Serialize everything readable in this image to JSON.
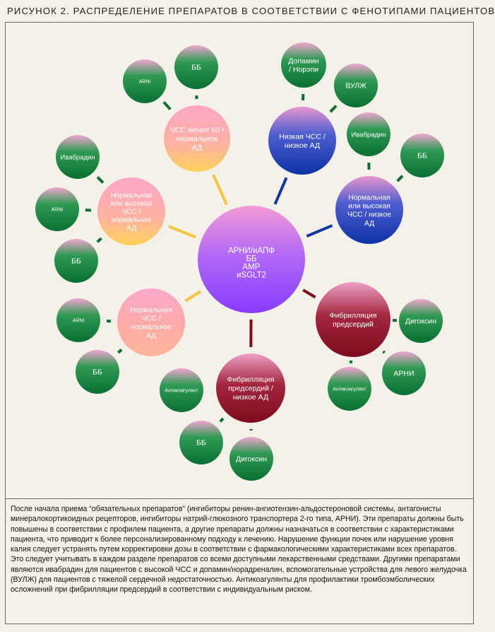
{
  "title": "РИСУНОК 2. РАСПРЕДЕЛЕНИЕ ПРЕПАРАТОВ В СООТВЕТСТВИИ С ФЕНОТИПАМИ ПАЦИЕНТОВ",
  "colors": {
    "center": "#a64dff",
    "pink_yellow": "#ffb16b",
    "blue": "#1f3fb0",
    "red": "#8a0f24",
    "green": "#0b7a3b",
    "pink": "#ffb0b0"
  },
  "center": {
    "lines": [
      "АРНИ/иАПФ",
      "ББ",
      "АМР",
      "иSGLT2"
    ]
  },
  "phenotypes": [
    {
      "id": "hr-low",
      "lines": [
        "ЧСС менее 60 /",
        "нормальное",
        "АД"
      ],
      "style": "pink_yellow"
    },
    {
      "id": "low-hr-low-bp",
      "lines": [
        "Низкая ЧСС /",
        "низкое АД"
      ],
      "style": "blue"
    },
    {
      "id": "normal-hr-low-bp",
      "lines": [
        "Нормальная",
        "или высокая",
        "ЧСС / низкое",
        "АД"
      ],
      "style": "blue"
    },
    {
      "id": "af",
      "lines": [
        "Фибрилляция",
        "предсердий"
      ],
      "style": "red"
    },
    {
      "id": "af-low-bp",
      "lines": [
        "Фибрилляция",
        "предсердий /",
        "низкое АД"
      ],
      "style": "red"
    },
    {
      "id": "normal-hr-normal-bp",
      "lines": [
        "Нормальная",
        "ЧСС /",
        "нормальное",
        "АД"
      ],
      "style": "pink"
    },
    {
      "id": "high-hr-normal-bp",
      "lines": [
        "Нормальная",
        "или высокая",
        "ЧСС /",
        "нормальное",
        "АД"
      ],
      "style": "pink_yellow"
    }
  ],
  "drugs": [
    {
      "parent": "hr-low",
      "label": "ARNI"
    },
    {
      "parent": "hr-low",
      "label": "ББ"
    },
    {
      "parent": "low-hr-low-bp",
      "label": "Допамин / Норэпи"
    },
    {
      "parent": "low-hr-low-bp",
      "label": "ВУЛЖ"
    },
    {
      "parent": "normal-hr-low-bp",
      "label": "Ивабрадин"
    },
    {
      "parent": "normal-hr-low-bp",
      "label": "ББ"
    },
    {
      "parent": "af",
      "label": "Дигоксин"
    },
    {
      "parent": "af",
      "label": "АРНИ"
    },
    {
      "parent": "af",
      "label": "Антикоагулянт"
    },
    {
      "parent": "af-low-bp",
      "label": "Антикоагулянт"
    },
    {
      "parent": "af-low-bp",
      "label": "ББ"
    },
    {
      "parent": "af-low-bp",
      "label": "Дигоксин"
    },
    {
      "parent": "normal-hr-normal-bp",
      "label": "ARNI"
    },
    {
      "parent": "normal-hr-normal-bp",
      "label": "ББ"
    },
    {
      "parent": "high-hr-normal-bp",
      "label": "Ивабрадин"
    },
    {
      "parent": "high-hr-normal-bp",
      "label": "ARNI"
    },
    {
      "parent": "high-hr-normal-bp",
      "label": "ББ"
    }
  ],
  "caption": "После начала приема “обязательных препаратов” (ингибиторы ренин-ангиотензин-альдостероновой системы, антагонисты минералокортикоидных рецепторов, ингибиторы натрий-глюкозного транспортера 2-го типа, АРНИ). Эти препараты должны быть повышены в соответствии с профилем пациента, а другие препараты должны назначаться в соответствии с характеристиками пациента, что приводит к более персонализированному подходу к лечению. Нарушение функции почек или нарушение уровня калия следует устранять путем корректировки дозы в соответствии с фармакологическими характеристиками всех препаратов. Это следует учитывать в каждом разделе препаратов со всеми доступными лекарственными средствами. Другими препаратами являются ивабрадин для пациентов с высокой ЧСС и допамин/норадреналин, вспомогательные устройства для левого желудочка (ВУЛЖ) для пациентов с тяжелой сердечной недостаточностью. Антикоагулянты для профилактики тромбоэмболических осложнений при фибрилляции предсердий в соответствии с индивидуальным риском."
}
